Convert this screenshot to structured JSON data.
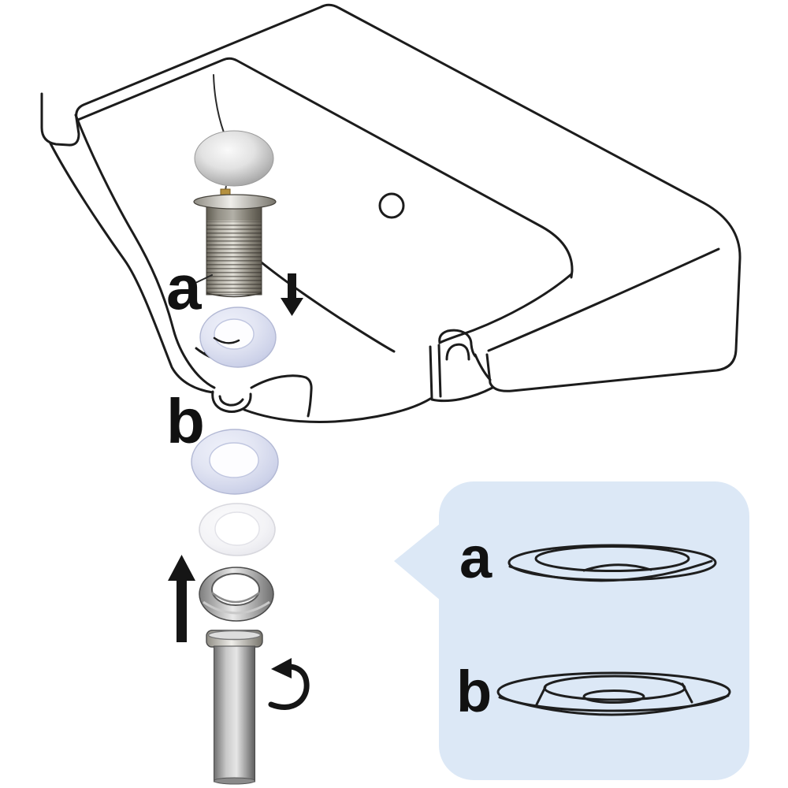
{
  "diagram": {
    "type": "exploded-installation-diagram",
    "subject": "bathroom-sink-pop-up-drain-installation",
    "labels": {
      "step_a": "a",
      "step_b": "b"
    },
    "callout": {
      "item_a": "a",
      "item_b": "b"
    },
    "colors": {
      "background": "#ffffff",
      "line": "#1c1c1c",
      "arrow": "#151515",
      "gasket_blue": "#e2e5f3",
      "gasket_blue_edge": "#b7bdd9",
      "washer_white": "#f4f4f6",
      "callout_bg": "#dce8f6",
      "metal_light": "#e3e1d9",
      "metal_dark": "#6e6a60",
      "cap_gray": "#c9c9c9",
      "pin_brass": "#b5913f"
    },
    "part_names": [
      "sink-basin",
      "lift-rod-line",
      "pop-up-drain-cap",
      "threaded-drain-body",
      "gasket-a",
      "down-arrow",
      "gasket-b",
      "white-washer",
      "up-arrow",
      "mounting-nut",
      "tailpiece-tube",
      "rotation-arrow",
      "faucet-hole",
      "callout-bubble",
      "gasket-a-profile",
      "gasket-b-profile"
    ]
  }
}
